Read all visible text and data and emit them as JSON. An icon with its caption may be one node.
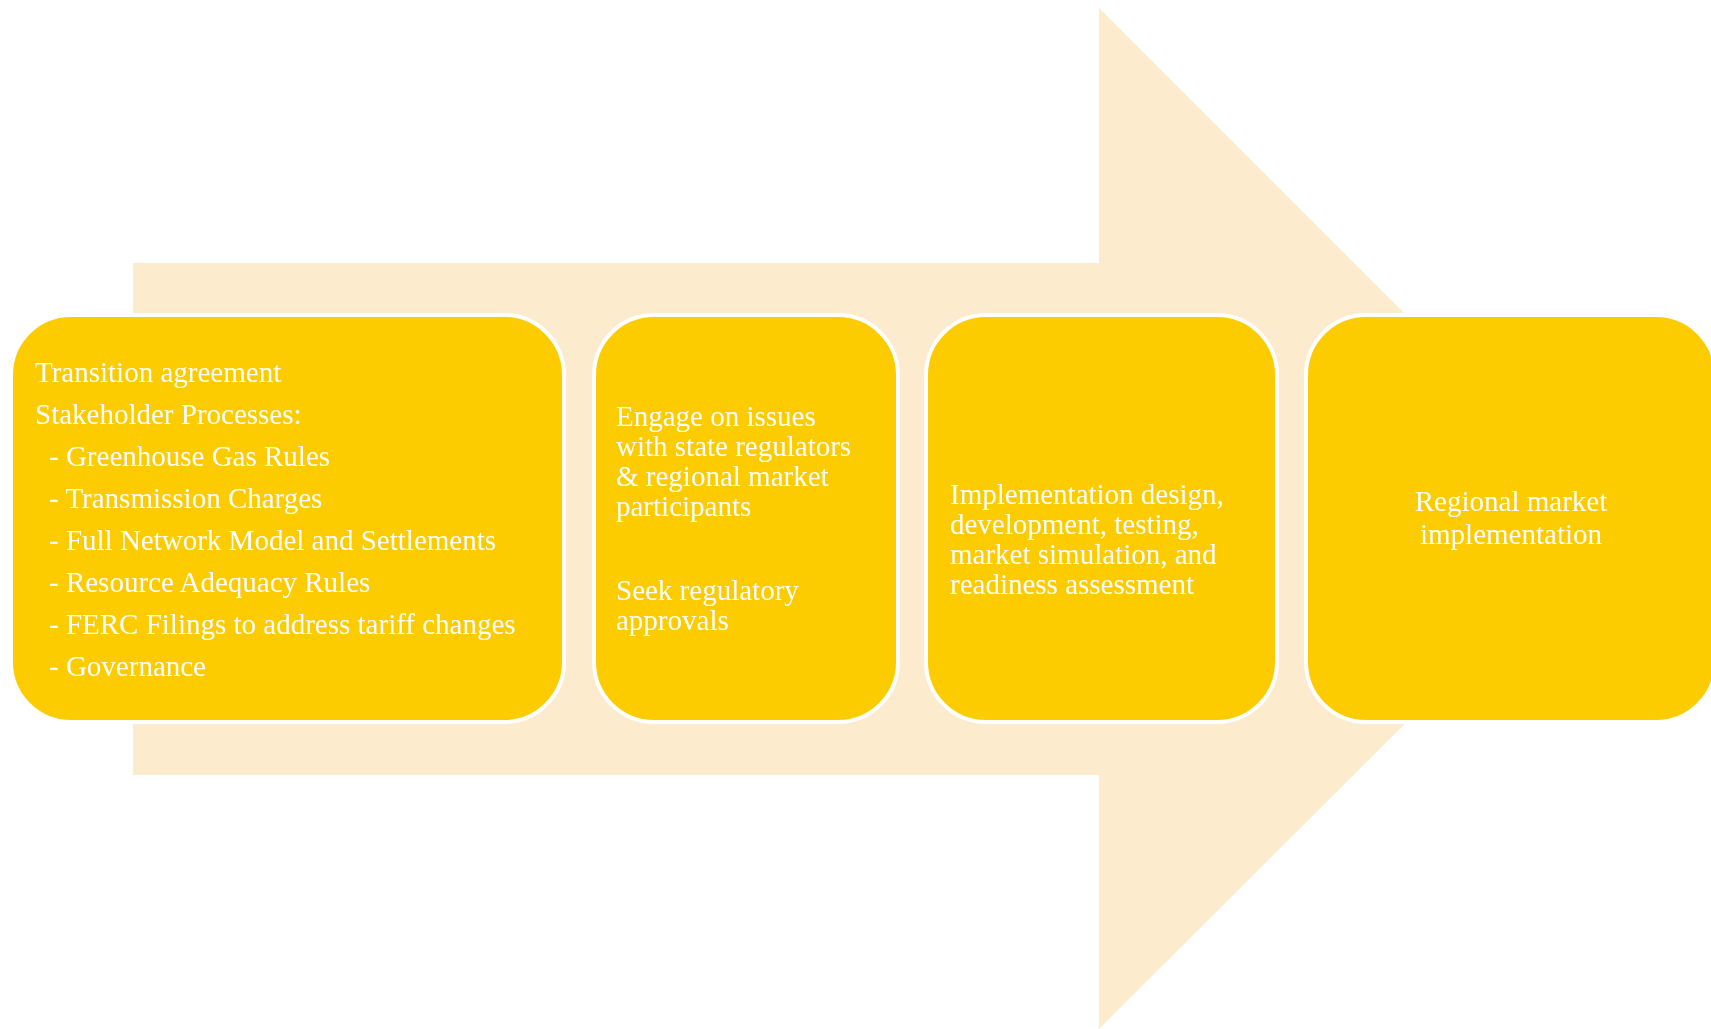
{
  "diagram": {
    "nodes": [
      {
        "text": [
          "Transition agreement",
          "Stakeholder Processes:",
          "- Greenhouse Gas Rules",
          "- Transmission Charges",
          "- Full Network Model and Settlements",
          "- Resource Adequacy Rules",
          "- FERC Filings to address tariff changes",
          "- Governance"
        ]
      },
      {
        "text": [
          "Engage on issues with state regulators & regional market participants",
          "Seek regulatory approvals"
        ]
      },
      {
        "text": [
          "Implementation design, development, testing, market simulation, and readiness assessment"
        ]
      },
      {
        "text": [
          "Regional market implementation"
        ]
      }
    ],
    "edges": [
      {
        "from": 0,
        "to": 3,
        "arrow": "to",
        "style": "thick"
      }
    ]
  }
}
